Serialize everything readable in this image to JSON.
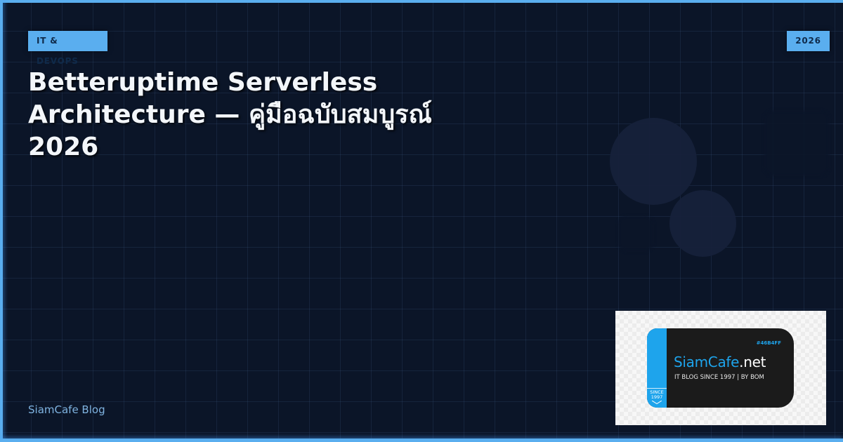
{
  "header": {
    "category_badge": "IT & DEVOPS",
    "year_badge": "2026"
  },
  "article": {
    "title": "Betteruptime Serverless Architecture — คู่มือฉบับสมบูรณ์ 2026",
    "title_lines": [
      "Betteruptime Serverless",
      "Architecture — คู่มือฉบับสมบูรณ์",
      "2026"
    ]
  },
  "footer": {
    "brand": "SiamCafe Blog"
  },
  "logo": {
    "hex_label": "#46B4FF",
    "name_part1": "SiamCafe",
    "name_part2": ".net",
    "tagline": "IT BLOG SINCE 1997 | BY BOM",
    "ribbon_line1": "SINCE",
    "ribbon_line2": "1997"
  },
  "colors": {
    "background": "#0b1528",
    "accent": "#5aaeef",
    "badge_text": "#0f2a4a",
    "title_text": "#f3f6fa",
    "footer_text": "#7fb3e0",
    "logo_blue": "#1ea4ec",
    "logo_dark": "#1b1b1b"
  }
}
